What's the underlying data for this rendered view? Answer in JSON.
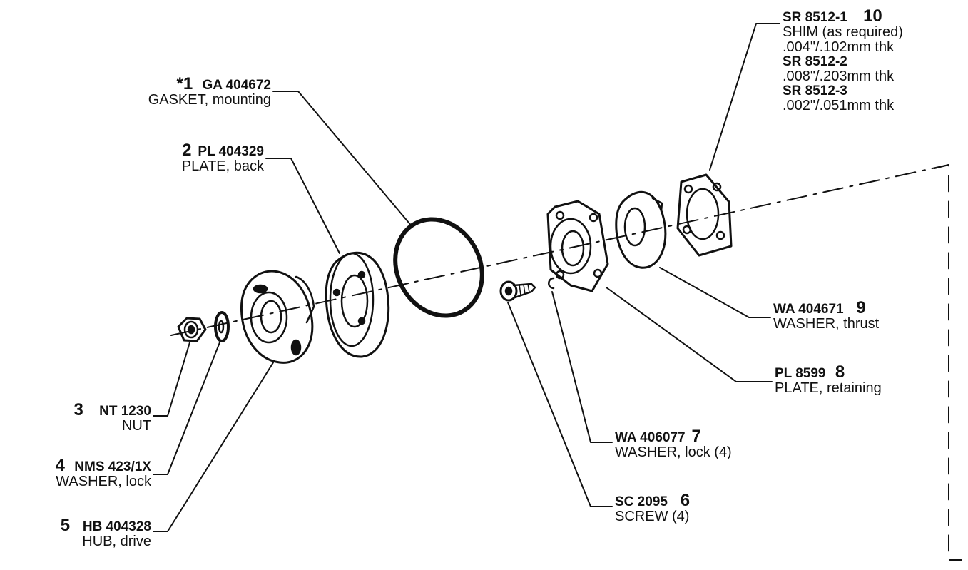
{
  "parts": [
    {
      "id": "p1",
      "item": "*1",
      "part_no": "GA 404672",
      "desc": "GASKET, mounting"
    },
    {
      "id": "p2",
      "item": "2",
      "part_no": "PL 404329",
      "desc": "PLATE, back"
    },
    {
      "id": "p3",
      "item": "3",
      "part_no": "NT 1230",
      "desc": "NUT"
    },
    {
      "id": "p4",
      "item": "4",
      "part_no": "NMS 423/1X",
      "desc": "WASHER, lock"
    },
    {
      "id": "p5",
      "item": "5",
      "part_no": "HB 404328",
      "desc": "HUB, drive"
    },
    {
      "id": "p6",
      "item": "6",
      "part_no": "SC 2095",
      "desc": "SCREW (4)"
    },
    {
      "id": "p7",
      "item": "7",
      "part_no": "WA 406077",
      "desc": "WASHER, lock (4)"
    },
    {
      "id": "p8",
      "item": "8",
      "part_no": "PL 8599",
      "desc": "PLATE, retaining"
    },
    {
      "id": "p9",
      "item": "9",
      "part_no": "WA 404671",
      "desc": "WASHER, thrust"
    },
    {
      "id": "p10",
      "item": "10",
      "part_no": "SR 8512-1",
      "desc": "SHIM (as required)",
      "desc2": ".004\"/.102mm thk",
      "alt1_part": "SR 8512-2",
      "alt1_desc": ".008\"/.203mm thk",
      "alt2_part": "SR 8512-3",
      "alt2_desc": ".002\"/.051mm thk"
    }
  ]
}
